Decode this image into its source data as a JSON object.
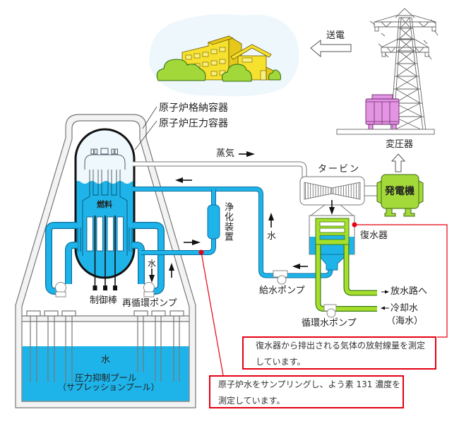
{
  "diagram": {
    "labels": {
      "power_transmission": "送電",
      "transformer": "変圧器",
      "containment_vessel": "原子炉格納容器",
      "pressure_vessel": "原子炉圧力容器",
      "steam": "蒸気",
      "turbine": "タービン",
      "generator": "発電機",
      "purification_unit": "浄化装置",
      "feedwater_flow": "水",
      "condenser": "復水器",
      "feedwater_pump": "給水ポンプ",
      "discharge_channel": "放水路へ",
      "cooling_water": "冷却水",
      "seawater": "（海水）",
      "circulating_water_pump": "循環水ポンプ",
      "fuel": "燃料",
      "control_rods": "制御棒",
      "recirculation_water": "水",
      "recirculation_pump": "再循環ポンプ",
      "pool_water": "水",
      "suppression_pool": "圧力抑制プール",
      "suppression_pool_alt": "（サプレッションプール）"
    }
  },
  "callouts": [
    {
      "lines": [
        "復水器から排出される気体の放射線量を測定",
        "しています。"
      ]
    },
    {
      "lines": [
        "原子炉水をサンプリングし、よう素 131 濃度を",
        "測定しています。"
      ]
    }
  ],
  "colors": {
    "water": "#1eb4ea",
    "water-dark": "#0d6f9c",
    "coil": "#a6e02c",
    "coil-dark": "#3f7c14",
    "generator": "#a4d93a",
    "transformer": "#e394e3",
    "building": "#f6e12e",
    "bush": "#a3d83a",
    "callout": "#e60012",
    "sky": "#eef7fc"
  }
}
